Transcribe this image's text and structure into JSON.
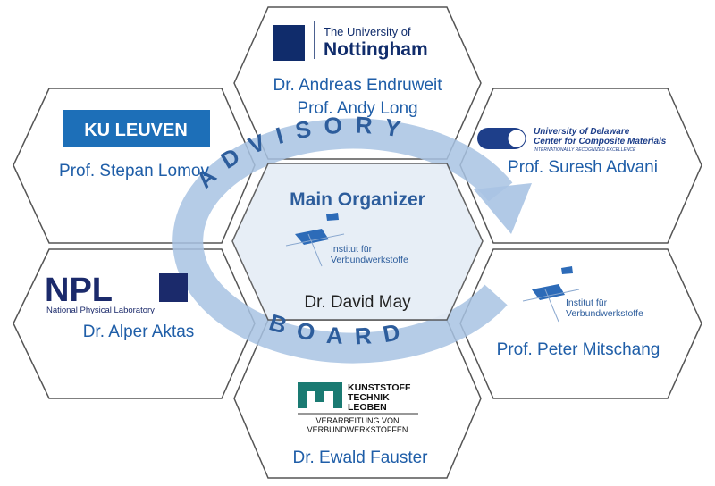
{
  "center": {
    "title": "Main Organizer",
    "logo_line1": "Institut für",
    "logo_line2": "Verbundwerkstoffe",
    "person": "Dr. David May"
  },
  "ring": {
    "top": "ADVISORY",
    "bottom": "BOARD"
  },
  "nodes": [
    {
      "logo_line1": "The University of",
      "logo_line2": "Nottingham",
      "people": [
        "Dr. Andreas Endruweit",
        "Prof. Andy Long"
      ]
    },
    {
      "logo": "KU LEUVEN",
      "people": [
        "Prof. Stepan Lomov"
      ]
    },
    {
      "logo_line1": "University of Delaware",
      "logo_line2": "Center for Composite Materials",
      "logo_line3": "INTERNATIONALLY RECOGNIZED EXCELLENCE",
      "people": [
        "Prof. Suresh Advani"
      ]
    },
    {
      "logo": "NPL",
      "logo_sub": "National Physical Laboratory",
      "people": [
        "Dr. Alper Aktas"
      ]
    },
    {
      "logo_line1": "Institut für",
      "logo_line2": "Verbundwerkstoffe",
      "people": [
        "Prof. Peter Mitschang"
      ]
    },
    {
      "logo_line1": "KUNSTSTOFF",
      "logo_line2": "TECHNIK",
      "logo_line3": "LEOBEN",
      "logo_sub1": "VERARBEITUNG VON",
      "logo_sub2": "VERBUNDWERKSTOFFEN",
      "people": [
        "Dr. Ewald Fauster"
      ]
    }
  ],
  "colors": {
    "accent": "#1f5ea8",
    "ring": "#a8c3e3",
    "center_fill": "#e6edf6"
  }
}
